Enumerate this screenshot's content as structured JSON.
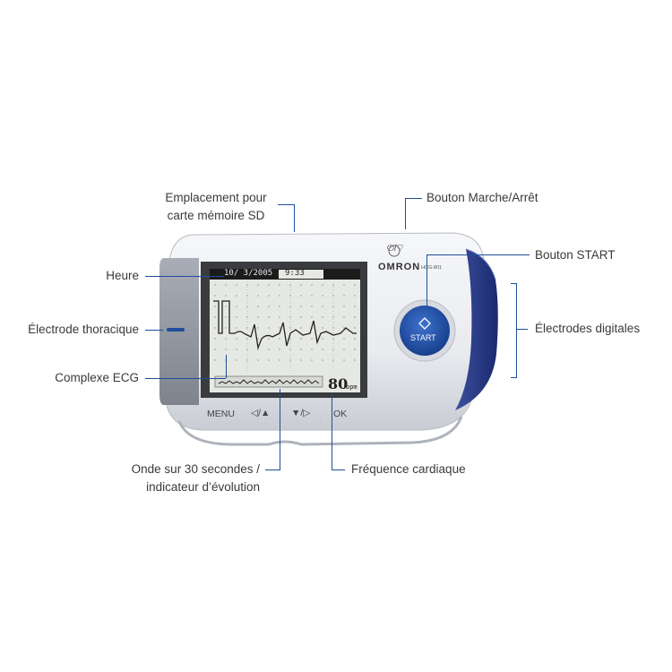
{
  "labels": {
    "sd_slot_line1": "Emplacement pour",
    "sd_slot_line2": "carte mémoire SD",
    "power_button": "Bouton Marche/Arrêt",
    "start_button": "Bouton START",
    "time": "Heure",
    "chest_electrode": "Électrode thoracique",
    "finger_electrodes": "Électrodes digitales",
    "ecg_complex": "Complexe ECG",
    "wave_line1": "Onde sur 30 secondes /",
    "wave_line2": "indicateur d’évolution",
    "heart_rate": "Fréquence cardiaque"
  },
  "device": {
    "brand": "OMRON",
    "model": "HCG-801",
    "power_symbols": "⏻/♡",
    "start_label": "START",
    "buttons": {
      "menu": "MENU",
      "left": "◁/▲",
      "right": "▼/▷",
      "ok": "OK"
    },
    "screen": {
      "date": "10/ 3/2005",
      "time": "9:33",
      "bpm_value": "80",
      "bpm_unit": "bpm"
    }
  },
  "colors": {
    "accent": "#1f4e9a",
    "device_body": "#eceef2",
    "side_panel": "#22337e",
    "start_button": "#1e4fa8"
  }
}
